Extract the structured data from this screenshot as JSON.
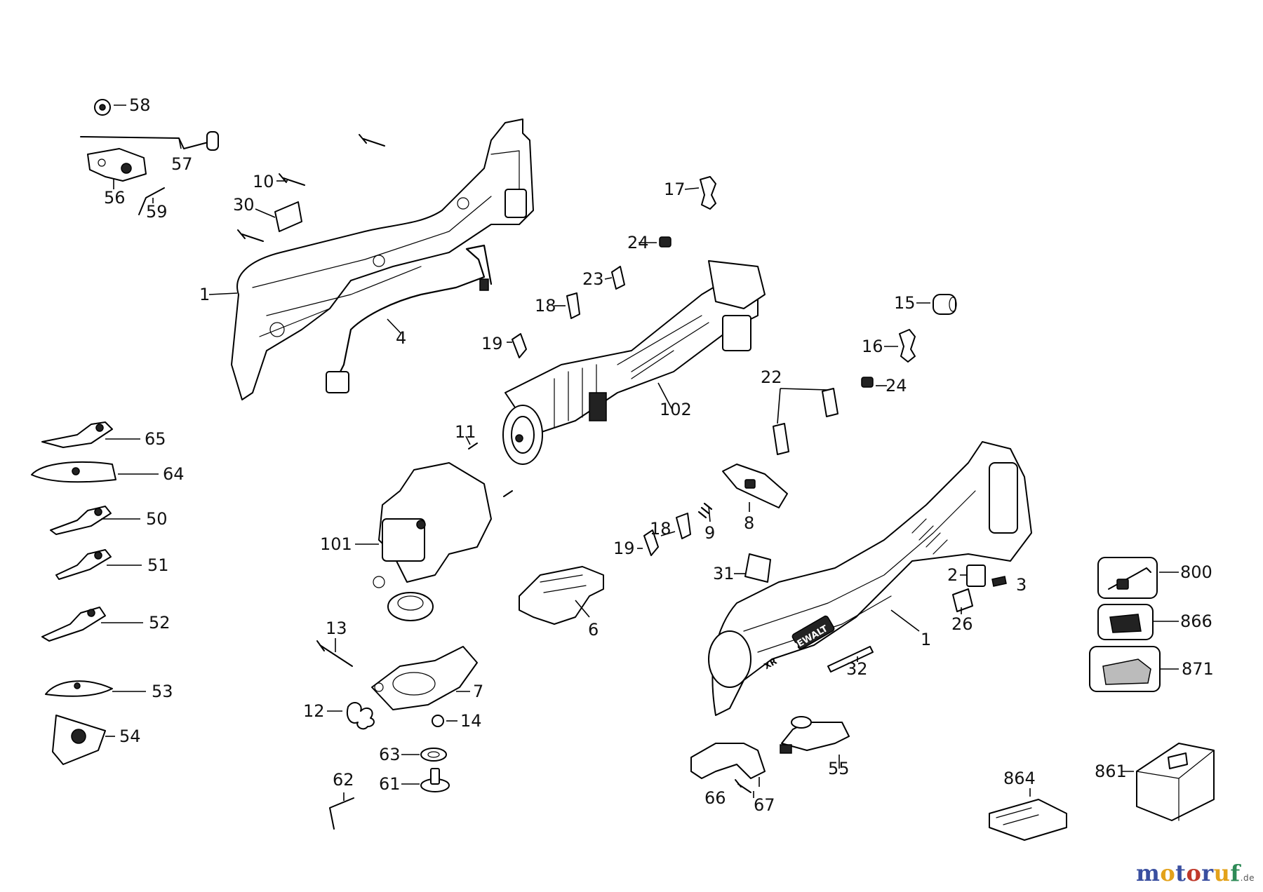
{
  "labels": {
    "58": "58",
    "57": "57",
    "56": "56",
    "59": "59",
    "10": "10",
    "30": "30",
    "1": "1",
    "4": "4",
    "17": "17",
    "24": "24",
    "23": "23",
    "18": "18",
    "19": "19",
    "15": "15",
    "16": "16",
    "102": "102",
    "22": "22",
    "65": "65",
    "64": "64",
    "50": "50",
    "51": "51",
    "52": "52",
    "53": "53",
    "54": "54",
    "11": "11",
    "101": "101",
    "8": "8",
    "9": "9",
    "6": "6",
    "31": "31",
    "2": "2",
    "3": "3",
    "26": "26",
    "32": "32",
    "13": "13",
    "7": "7",
    "12": "12",
    "14": "14",
    "63": "63",
    "61": "61",
    "62": "62",
    "66": "66",
    "67": "67",
    "55": "55",
    "800": "800",
    "866": "866",
    "871": "871",
    "864": "864",
    "861": "861"
  },
  "brand": {
    "tool_logo": "DEWALT",
    "tool_badge": "XR"
  },
  "watermark": {
    "text": "motoruf",
    "tld": ".de",
    "colors": [
      "#3a4fa0",
      "#e3a21a",
      "#3a4fa0",
      "#c0392b",
      "#3a4fa0",
      "#e3a21a",
      "#2e8b57"
    ]
  }
}
